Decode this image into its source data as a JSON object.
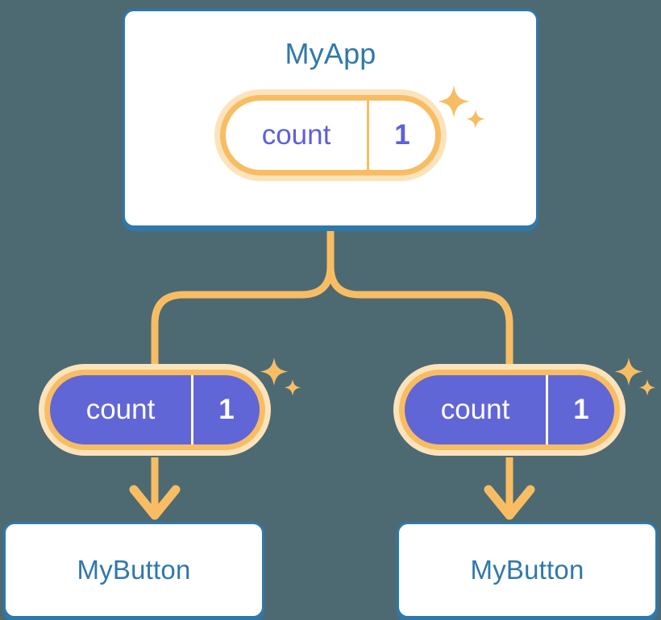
{
  "diagram": {
    "title_semantic": "react-state-propagation-tree",
    "background_color": "#4d6a72",
    "accent_orange": "#f8bd63",
    "accent_orange_soft": "#fce3bb",
    "accent_blue": "#2f78ab",
    "accent_indigo": "#6166d6"
  },
  "root": {
    "label": "MyApp",
    "state": {
      "key": "count",
      "value": "1"
    },
    "sparkle_name": "sparkle-icon"
  },
  "children": [
    {
      "state": {
        "key": "count",
        "value": "1"
      },
      "label": "MyButton",
      "sparkle_name": "sparkle-icon"
    },
    {
      "state": {
        "key": "count",
        "value": "1"
      },
      "label": "MyButton",
      "sparkle_name": "sparkle-icon"
    }
  ],
  "connectors": {
    "trunk_name": "trunk-connector",
    "branch_left_name": "branch-connector-left",
    "branch_right_name": "branch-connector-right",
    "arrow_left_name": "arrow-down-left",
    "arrow_right_name": "arrow-down-right",
    "color": "#f8bd63"
  }
}
